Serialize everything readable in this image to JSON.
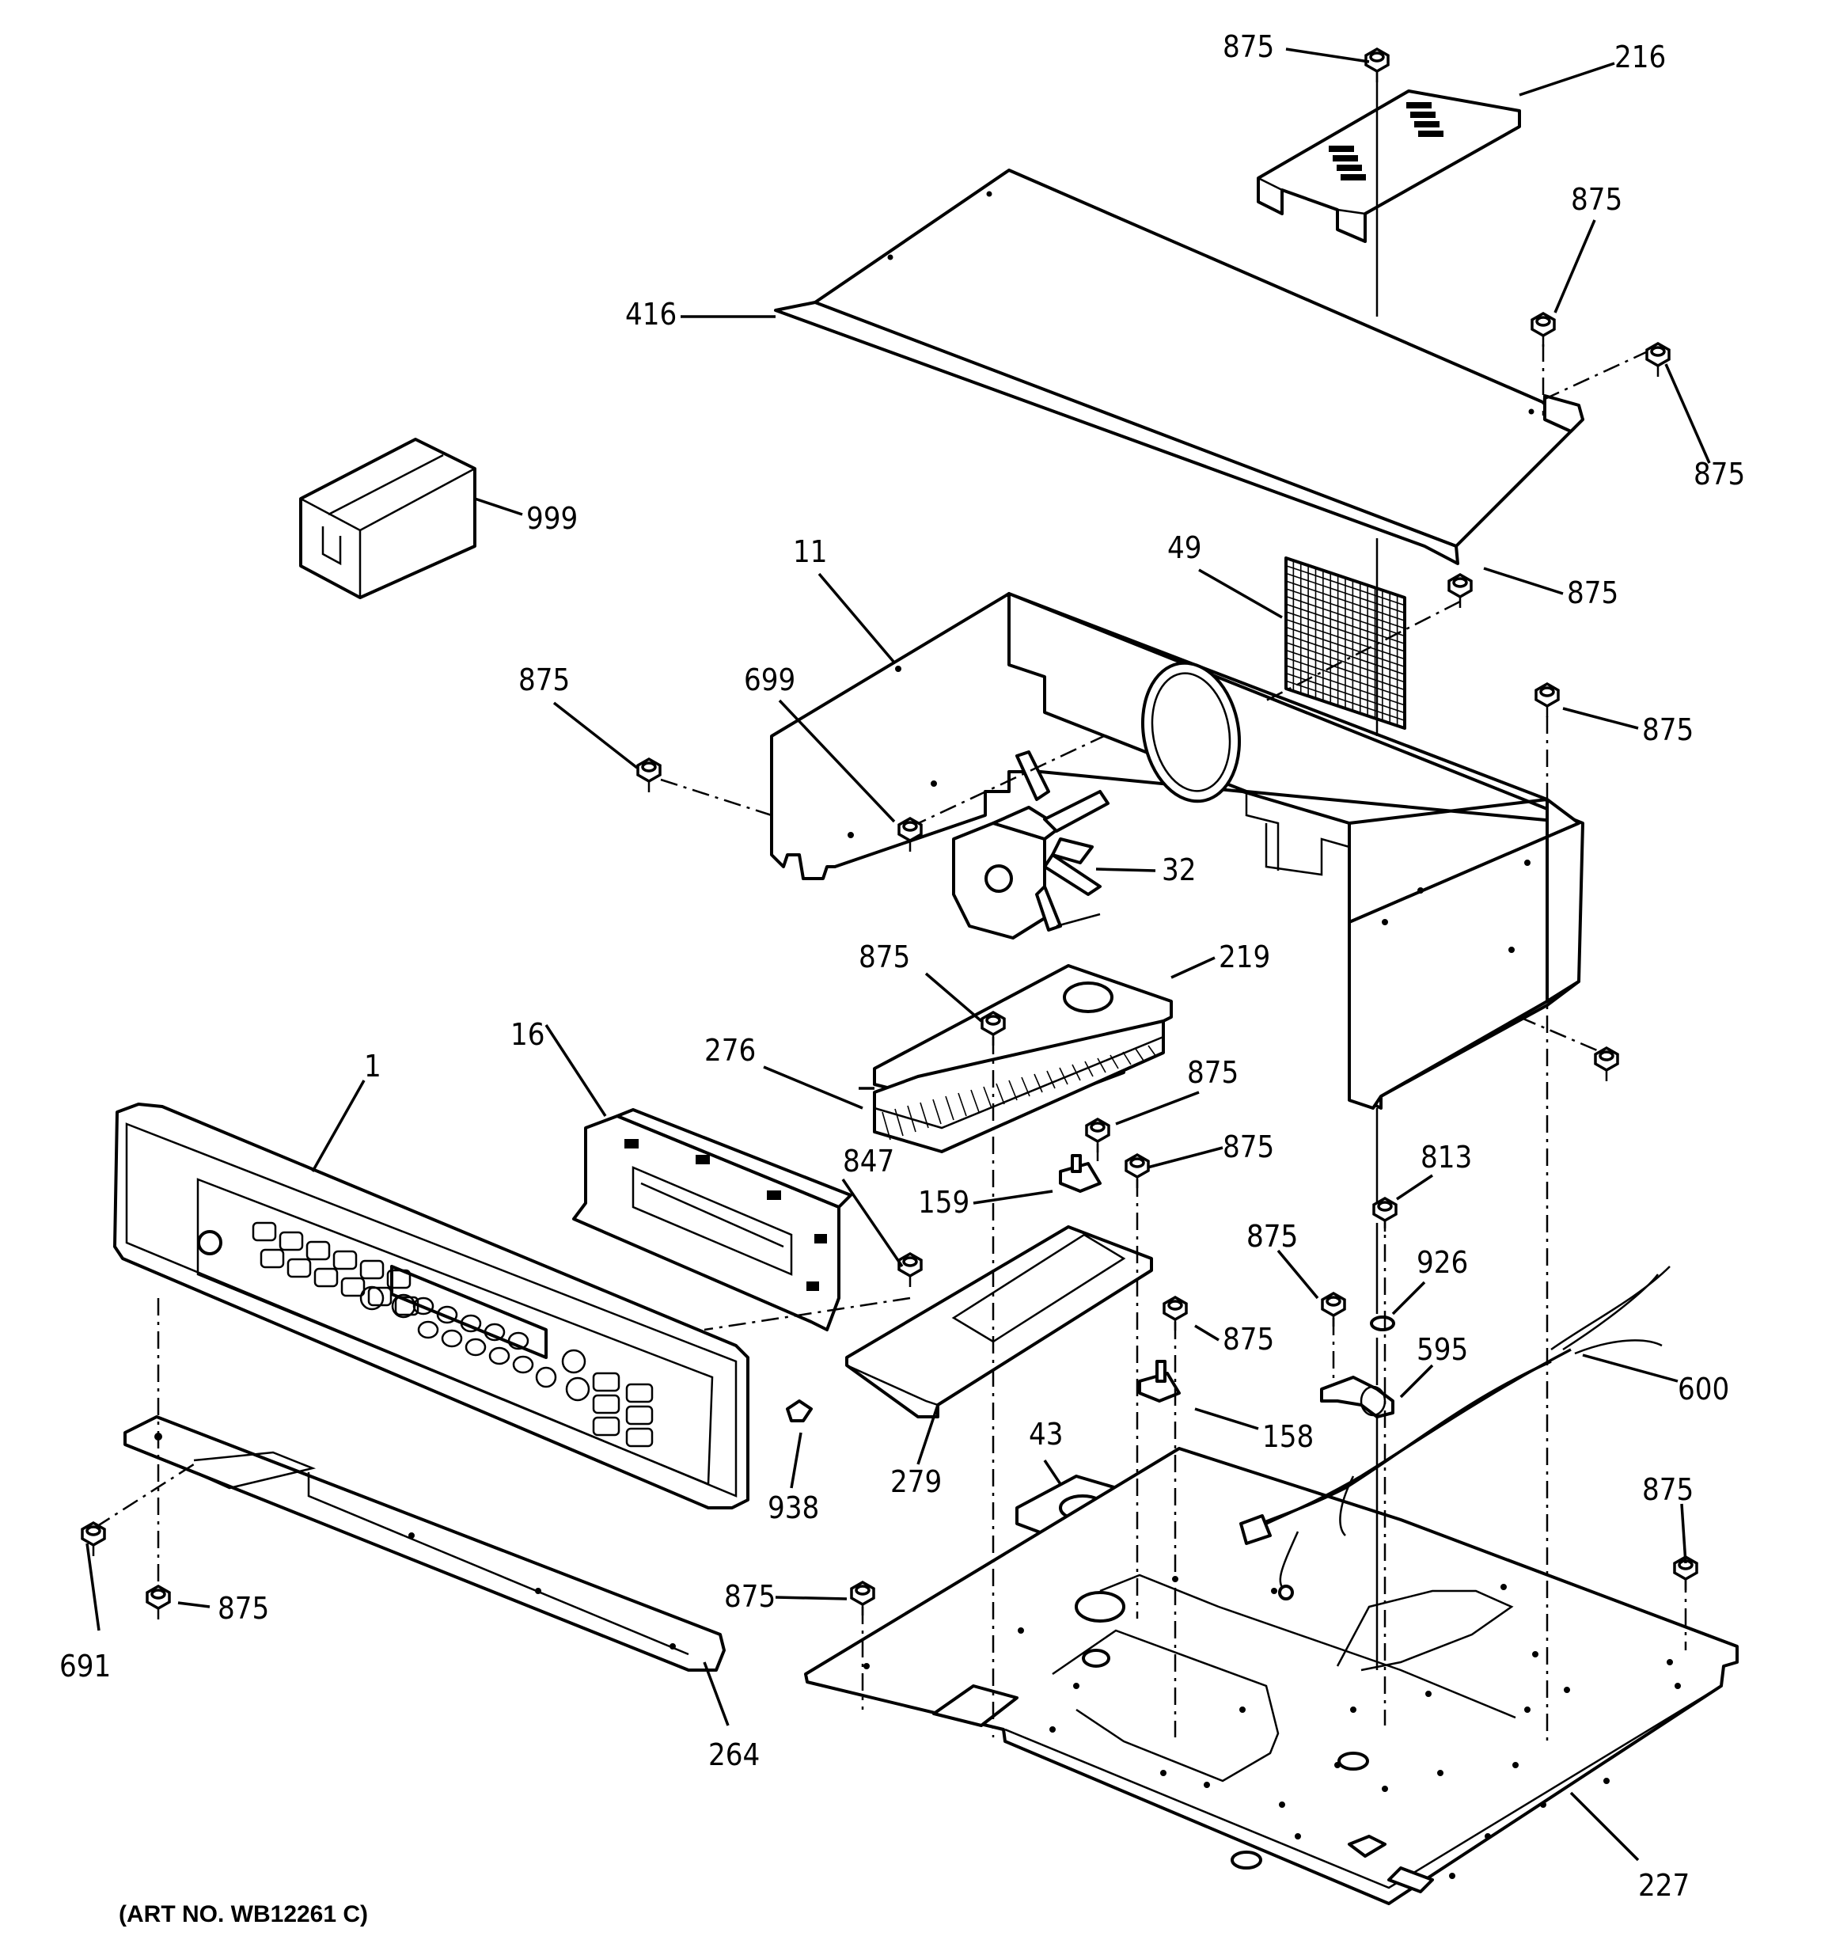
{
  "art_number": "(ART NO. WB12261 C)",
  "callouts": [
    {
      "id": "c-875-a",
      "label": "875"
    },
    {
      "id": "c-216",
      "label": "216"
    },
    {
      "id": "c-875-b",
      "label": "875"
    },
    {
      "id": "c-416",
      "label": "416"
    },
    {
      "id": "c-875-c",
      "label": "875"
    },
    {
      "id": "c-999",
      "label": "999"
    },
    {
      "id": "c-11",
      "label": "11"
    },
    {
      "id": "c-49",
      "label": "49"
    },
    {
      "id": "c-875-d",
      "label": "875"
    },
    {
      "id": "c-875-e",
      "label": "875"
    },
    {
      "id": "c-699",
      "label": "699"
    },
    {
      "id": "c-875-f",
      "label": "875"
    },
    {
      "id": "c-32",
      "label": "32"
    },
    {
      "id": "c-875-g",
      "label": "875"
    },
    {
      "id": "c-219",
      "label": "219"
    },
    {
      "id": "c-16",
      "label": "16"
    },
    {
      "id": "c-276",
      "label": "276"
    },
    {
      "id": "c-1",
      "label": "1"
    },
    {
      "id": "c-875-h",
      "label": "875"
    },
    {
      "id": "c-875-i",
      "label": "875"
    },
    {
      "id": "c-875-j",
      "label": "875"
    },
    {
      "id": "c-847",
      "label": "847"
    },
    {
      "id": "c-159",
      "label": "159"
    },
    {
      "id": "c-813",
      "label": "813"
    },
    {
      "id": "c-875-k",
      "label": "875"
    },
    {
      "id": "c-926",
      "label": "926"
    },
    {
      "id": "c-875-l",
      "label": "875"
    },
    {
      "id": "c-595",
      "label": "595"
    },
    {
      "id": "c-600",
      "label": "600"
    },
    {
      "id": "c-158",
      "label": "158"
    },
    {
      "id": "c-279",
      "label": "279"
    },
    {
      "id": "c-938",
      "label": "938"
    },
    {
      "id": "c-43",
      "label": "43"
    },
    {
      "id": "c-875-m",
      "label": "875"
    },
    {
      "id": "c-875-n",
      "label": "875"
    },
    {
      "id": "c-875-o",
      "label": "875"
    },
    {
      "id": "c-691",
      "label": "691"
    },
    {
      "id": "c-264",
      "label": "264"
    },
    {
      "id": "c-227",
      "label": "227"
    }
  ]
}
